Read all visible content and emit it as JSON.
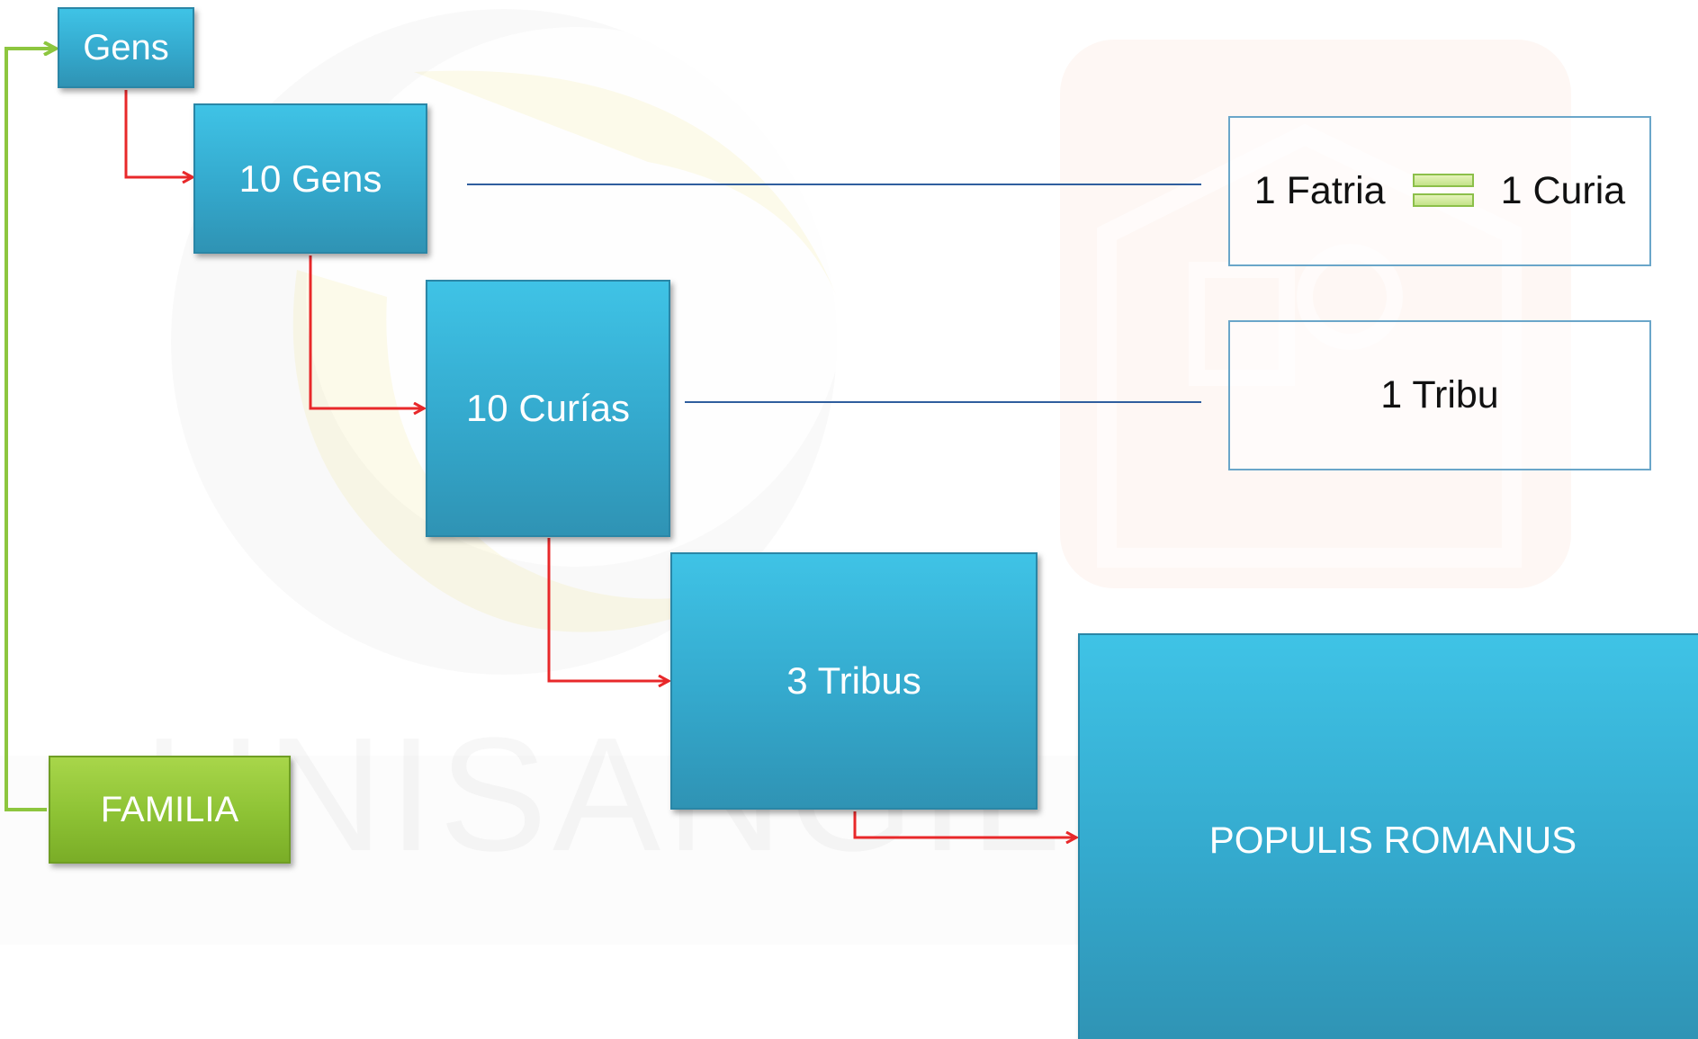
{
  "diagram": {
    "nodes": {
      "gens": "Gens",
      "ten_gens": "10 Gens",
      "ten_curias": "10 Curías",
      "three_tribus": "3 Tribus",
      "populis_romanus": "POPULIS ROMANUS",
      "familia": "FAMILIA"
    },
    "equivalences": {
      "fatria": "1 Fatria",
      "curia": "1 Curia",
      "tribu": "1 Tribu"
    }
  },
  "watermark": {
    "text": "UNISANGIL"
  },
  "colors": {
    "box_blue": "#34a9cd",
    "box_green": "#8dc234",
    "arrow_red": "#e8282a",
    "arrow_green": "#8dc63f",
    "line_blue": "#2f5e9e",
    "outline_blue": "#6aa6c9"
  }
}
